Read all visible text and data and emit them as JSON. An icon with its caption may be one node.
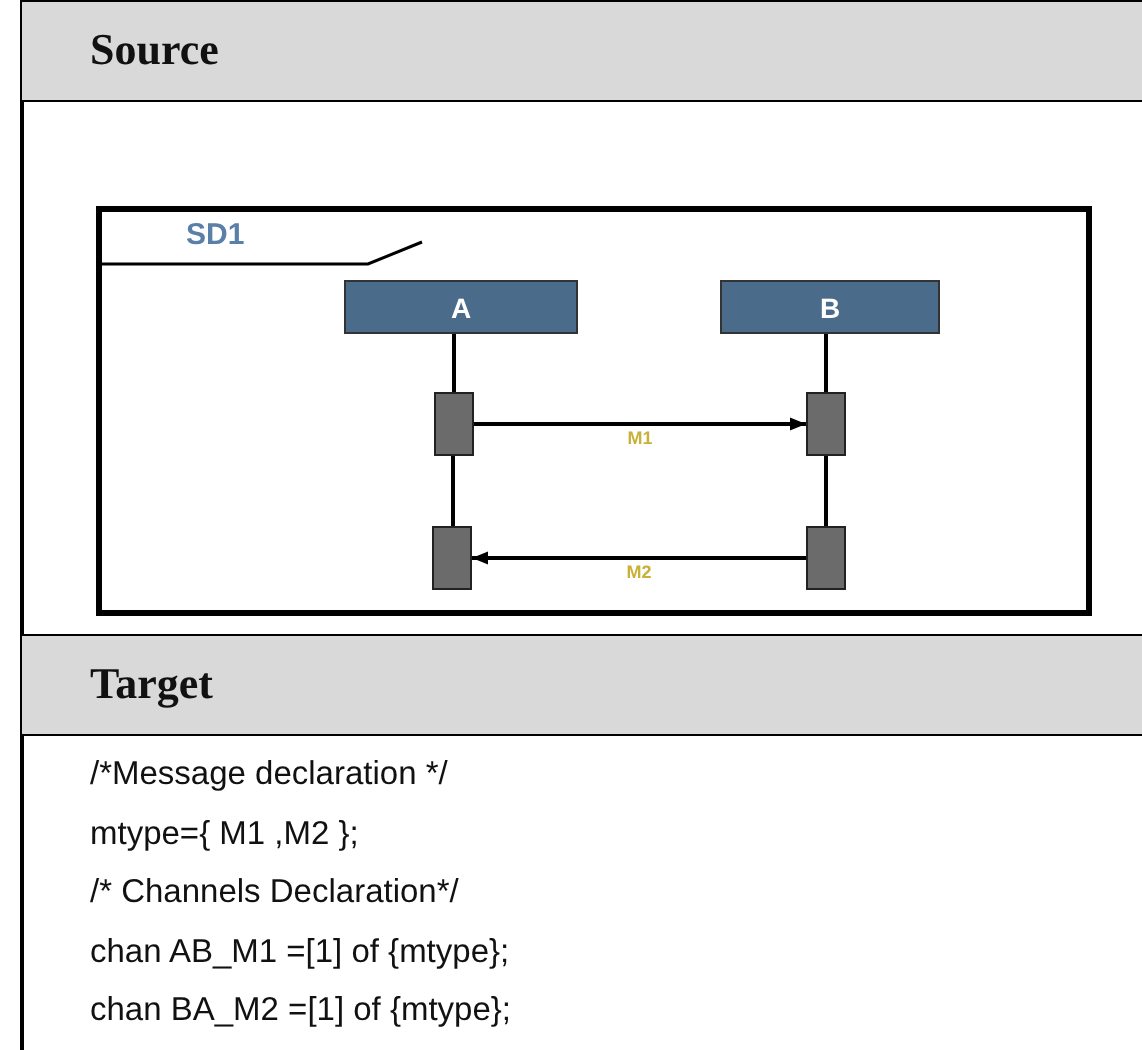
{
  "diagram": {
    "nodes": [
      {
        "text": [
          "SD1"
        ]
      },
      {
        "text": [
          "A"
        ],
        "in": 0
      },
      {
        "text": [
          "B"
        ],
        "in": 0
      },
      {
        "text": [],
        "shape": "bar",
        "in": 0
      },
      {
        "text": [],
        "shape": "bar",
        "in": 0
      },
      {
        "text": [],
        "shape": "bar",
        "in": 0
      },
      {
        "text": [],
        "shape": "bar",
        "in": 0
      }
    ],
    "edges": [
      {
        "from": 1,
        "to": 3,
        "arrow": "none"
      },
      {
        "from": 3,
        "to": 5,
        "arrow": "none"
      },
      {
        "from": 2,
        "to": 4,
        "arrow": "none"
      },
      {
        "from": 4,
        "to": 6,
        "arrow": "none"
      },
      {
        "from": 3,
        "to": 4,
        "arrow": "to",
        "label": "M1"
      },
      {
        "from": 6,
        "to": 5,
        "arrow": "to",
        "label": "M2"
      }
    ],
    "labels": [
      "Source",
      "Target",
      "/*Message declaration */",
      "mtype={ M1 ,M2 };",
      "/* Channels Declaration*/",
      "chan AB_M1 =[1] of {mtype};",
      "chan BA_M2 =[1] of {mtype};"
    ]
  }
}
